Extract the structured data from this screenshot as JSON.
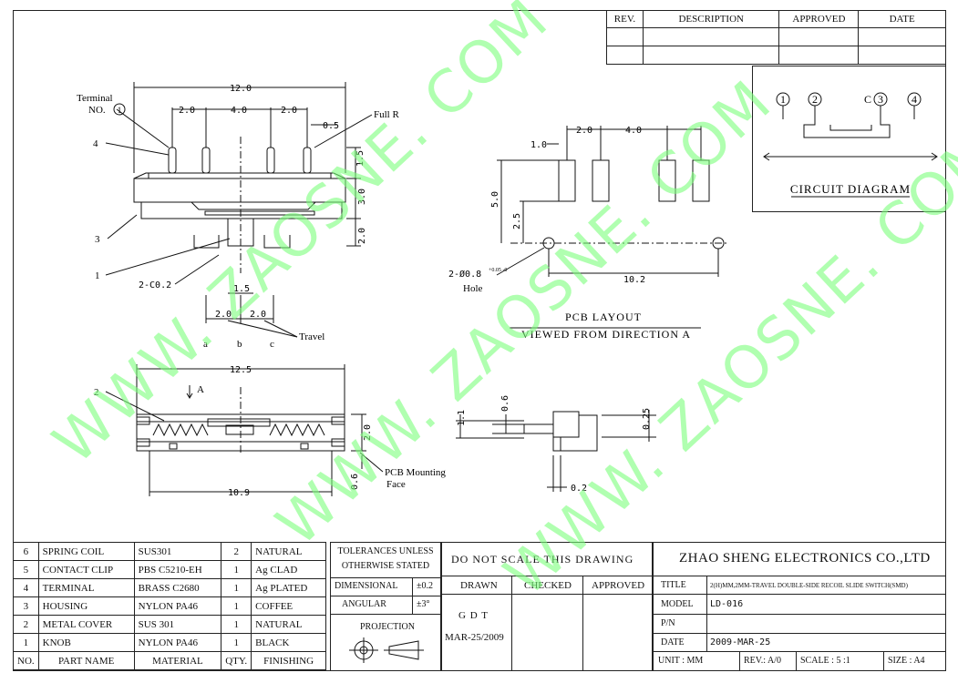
{
  "revision_table": {
    "headers": [
      "REV.",
      "DESCRIPTION",
      "APPROVED",
      "DATE"
    ]
  },
  "circuit": {
    "title": "CIRCUIT DIAGRAM",
    "pins": [
      "1",
      "2",
      "3",
      "4"
    ],
    "pin_c_label": "C"
  },
  "top_view": {
    "terminal_label": "Terminal",
    "terminal_no": "NO.",
    "terminal_no_value": "1",
    "full_r": "Full R",
    "dims": {
      "overall": "12.0",
      "pitch1": "2.0",
      "center": "4.0",
      "pitch2": "2.0",
      "width": "0.5",
      "height1": "1.5",
      "height2": "3.0",
      "height3": "2.0",
      "knob": "1.5",
      "travel1": "2.0",
      "travel2": "2.0",
      "chamfer": "2-C0.2"
    },
    "callouts": [
      "4",
      "3",
      "1"
    ],
    "positions": [
      "a",
      "b",
      "c"
    ],
    "travel": "Travel"
  },
  "pcb_layout": {
    "dims": {
      "pad_w": "1.0",
      "pitch1": "2.0",
      "center": "4.0",
      "height": "5.0",
      "offset": "2.5",
      "hole_span": "10.2",
      "hole": "2-Ø0.8"
    },
    "hole_tol": "+0.05 -0",
    "hole_label": "Hole",
    "title": "PCB LAYOUT",
    "subtitle": "VIEWED FROM DIRECTION A"
  },
  "side_view": {
    "dims": {
      "overall": "12.5",
      "base": "10.9",
      "height": "2.0",
      "mount": "0.6"
    },
    "callout": "2",
    "arrow": "A",
    "mount_label": "PCB Mounting",
    "mount_label2": "Face"
  },
  "end_view": {
    "dims": {
      "a": "1.1",
      "b": "0.6",
      "c": "0.25",
      "d": "0.2"
    }
  },
  "bom": {
    "rows": [
      {
        "no": "6",
        "part": "SPRING COIL",
        "material": "SUS301",
        "qty": "2",
        "finish": "NATURAL"
      },
      {
        "no": "5",
        "part": "CONTACT CLIP",
        "material": "PBS C5210-EH",
        "qty": "1",
        "finish": "Ag CLAD"
      },
      {
        "no": "4",
        "part": "TERMINAL",
        "material": "BRASS C2680",
        "qty": "1",
        "finish": "Ag PLATED"
      },
      {
        "no": "3",
        "part": "HOUSING",
        "material": "NYLON PA46",
        "qty": "1",
        "finish": "COFFEE"
      },
      {
        "no": "2",
        "part": "METAL COVER",
        "material": "SUS 301",
        "qty": "1",
        "finish": "NATURAL"
      },
      {
        "no": "1",
        "part": "KNOB",
        "material": "NYLON PA46",
        "qty": "1",
        "finish": "BLACK"
      }
    ],
    "headers": {
      "no": "NO.",
      "part": "PART NAME",
      "material": "MATERIAL",
      "qty": "QTY.",
      "finish": "FINISHING"
    }
  },
  "tolerances": {
    "title1": "TOLERANCES UNLESS",
    "title2": "OTHERWISE STATED",
    "dim_label": "DIMENSIONAL",
    "dim_value": "±0.2",
    "ang_label": "ANGULAR",
    "ang_value": "±3°",
    "projection": "PROJECTION"
  },
  "approvals": {
    "note": "DO NOT SCALE THIS DRAWING",
    "drawn": "DRAWN",
    "checked": "CHECKED",
    "approved": "APPROVED",
    "drawn_by": "G D T",
    "drawn_date": "MAR-25/2009"
  },
  "title_block": {
    "company": "ZHAO SHENG ELECTRONICS CO.,LTD",
    "title_label": "TITLE",
    "title_value": "2(H)MM,2MM-TRAVEL DOUBLE-SIDE RECOIL SLIDE SWITCH(SMD)",
    "model_label": "MODEL",
    "model_value": "LD-016",
    "pn_label": "P/N",
    "pn_value": "",
    "date_label": "DATE",
    "date_value": "2009-MAR-25",
    "unit": "UNIT : MM",
    "rev": "REV.: A/0",
    "scale": "SCALE : 5 :1",
    "size": "SIZE : A4"
  },
  "watermark": "WWW. ZAOSNE. COM"
}
